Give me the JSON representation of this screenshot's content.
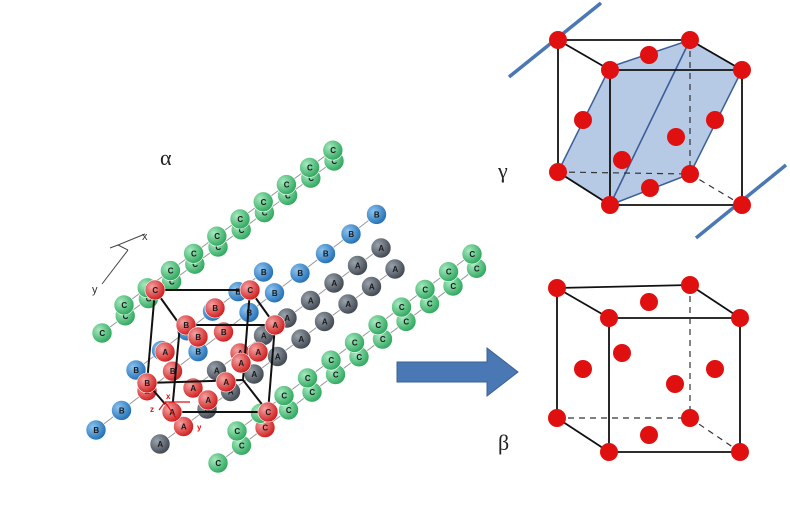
{
  "labels": {
    "alpha": "α",
    "gamma": "γ",
    "beta": "β"
  },
  "axes": {
    "x": "x",
    "y": "y",
    "z": "z",
    "y_small": "y",
    "x_small": "x"
  },
  "atom_types": {
    "A": "A",
    "B": "B",
    "C": "C"
  },
  "colors": {
    "A": "#4d5560",
    "B": "#2f80c8",
    "C": "#3dbb6c",
    "red": "#e01010",
    "arrow": "#4a78b5",
    "plane": "#a9c0e0",
    "plane_edge": "#3b5f99",
    "slash": "#4a78b5"
  }
}
